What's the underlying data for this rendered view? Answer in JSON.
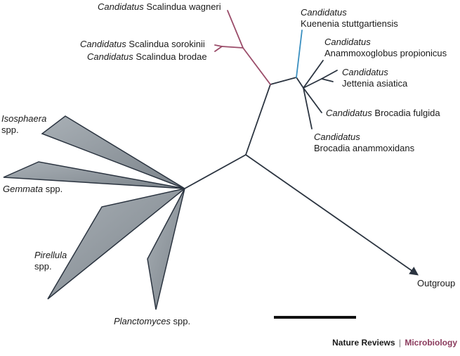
{
  "taxa": {
    "wagneri": {
      "genus": "Candidatus",
      "name": "Scalindua wagneri"
    },
    "sorokinii": {
      "genus": "Candidatus",
      "name": "Scalindua sorokinii"
    },
    "brodae": {
      "genus": "Candidatus",
      "name": "Scalindua brodae"
    },
    "kuenenia": {
      "genus": "Candidatus",
      "name": "Kuenenia stuttgartiensis"
    },
    "anammoxoglobus": {
      "genus": "Candidatus",
      "name": "Anammoxoglobus propionicus"
    },
    "jettenia": {
      "genus": "Candidatus",
      "name": "Jettenia asiatica"
    },
    "fulgida": {
      "genus": "Candidatus",
      "name": "Brocadia fulgida"
    },
    "anammoxidans": {
      "genus": "Candidatus",
      "name": "Brocadia anammoxidans"
    },
    "isosphaera": {
      "genus": "Isosphaera",
      "name": "spp."
    },
    "gemmata": {
      "genus": "Gemmata",
      "name": "spp."
    },
    "pirellula": {
      "genus": "Pirellula",
      "name": "spp."
    },
    "planctomyces": {
      "genus": "Planctomyces",
      "name": "spp."
    },
    "outgroup": {
      "name": "Outgroup"
    }
  },
  "credit": {
    "journal": "Nature Reviews",
    "separator": "|",
    "section": "Microbiology"
  },
  "colors": {
    "branch": "#2b3440",
    "scalindua": "#9b4d6a",
    "kuenenia": "#3a8fc0",
    "clade_fill": "#8f979e",
    "section": "#8a3a5c"
  }
}
